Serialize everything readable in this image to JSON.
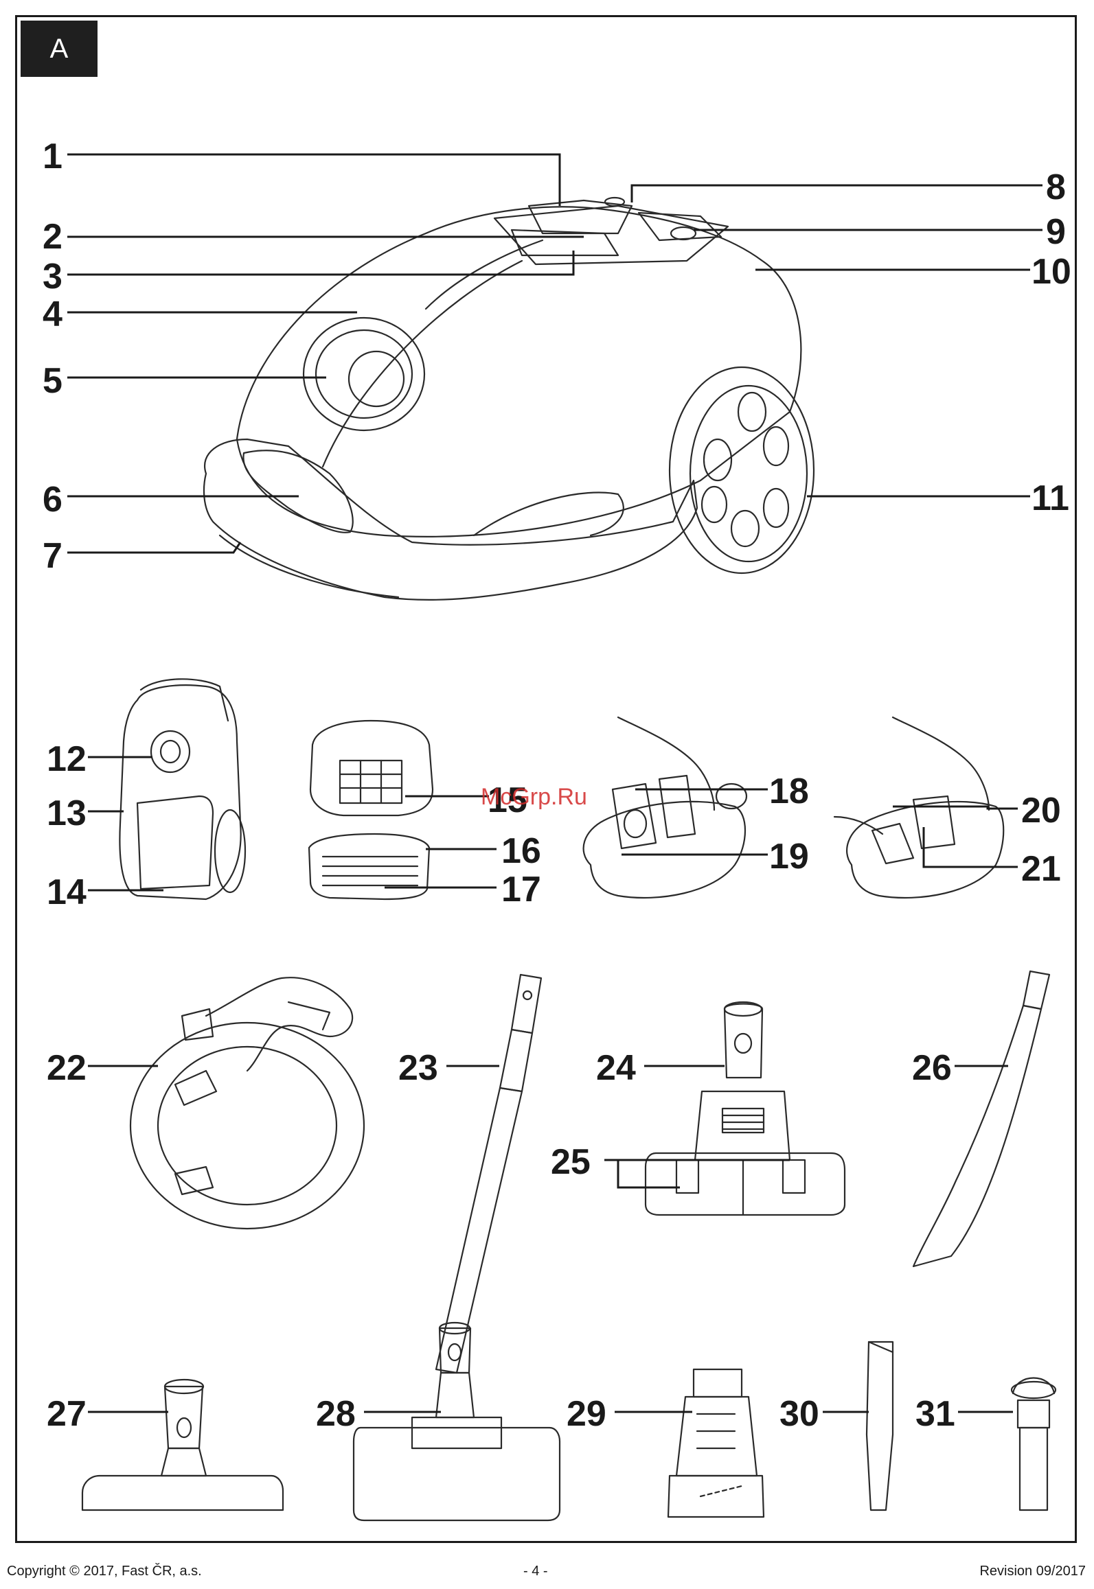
{
  "section": "A",
  "watermark": "McGrp.Ru",
  "callouts": [
    "1",
    "2",
    "3",
    "4",
    "5",
    "6",
    "7",
    "8",
    "9",
    "10",
    "11",
    "12",
    "13",
    "14",
    "15",
    "16",
    "17",
    "18",
    "19",
    "20",
    "21",
    "22",
    "23",
    "24",
    "25",
    "26",
    "27",
    "28",
    "29",
    "30",
    "31"
  ],
  "footer": {
    "copyright": "Copyright © 2017, Fast ČR, a.s.",
    "page": "- 4 -",
    "revision": "Revision 09/2017"
  }
}
